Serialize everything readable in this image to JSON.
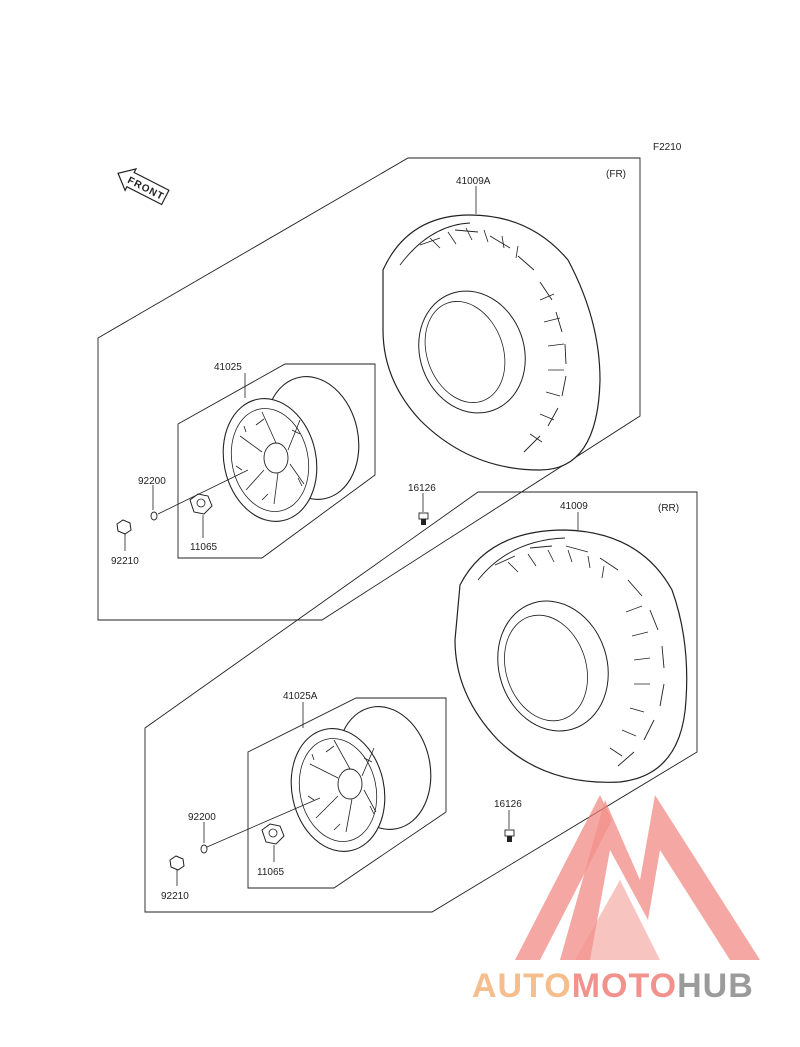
{
  "figure_code": "F2210",
  "front_arrow_label": "FRONT",
  "front_group": {
    "position_label": "(FR)",
    "tire_part": "41009A",
    "rim_part": "41025",
    "washer_part": "92200",
    "nut_part": "92210",
    "cap_part": "11065",
    "valve_part": "16126"
  },
  "rear_group": {
    "position_label": "(RR)",
    "tire_part": "41009",
    "rim_part": "41025A",
    "washer_part": "92200",
    "nut_part": "92210",
    "cap_part": "11065",
    "valve_part": "16126"
  },
  "watermark": {
    "word_part_1": "AUTO",
    "word_part_2": "MOTO",
    "word_part_3": "HUB",
    "color_orange": "#f5b27a",
    "color_red": "#f07f78",
    "color_gray": "#8a8a8a"
  }
}
